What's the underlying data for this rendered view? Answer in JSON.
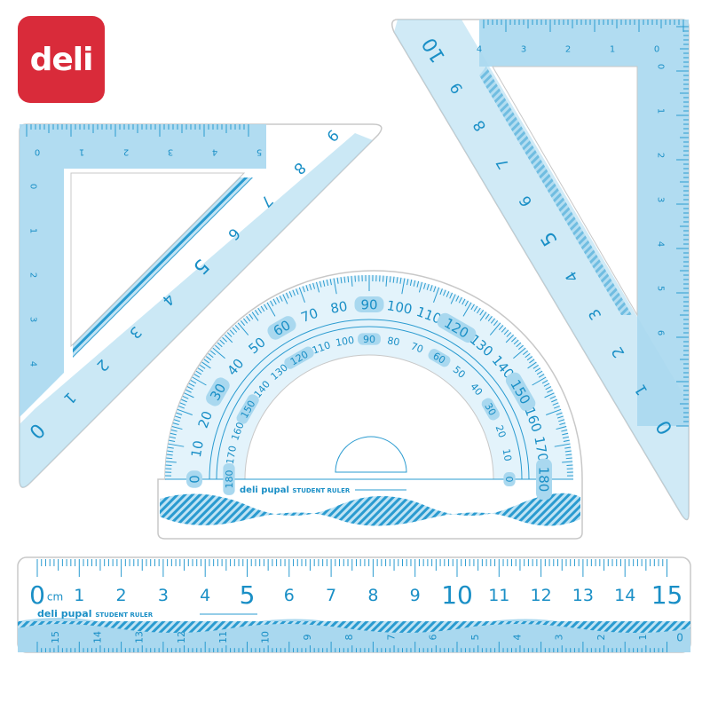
{
  "logo": {
    "text": "deli",
    "color": "#d92b3a"
  },
  "brand": {
    "name": "deli pupal",
    "product": "STUDENT RULER",
    "unit": "cm"
  },
  "colors": {
    "blue": "#1a8fc6",
    "light_blue": "#a9d8ef",
    "outline": "#c8c8c8"
  },
  "straight_ruler": {
    "top_labels": [
      "0",
      "1",
      "2",
      "3",
      "4",
      "5",
      "6",
      "7",
      "8",
      "9",
      "10",
      "11",
      "12",
      "13",
      "14",
      "15"
    ],
    "bottom_labels": [
      "15",
      "14",
      "13",
      "12",
      "11",
      "10",
      "9",
      "8",
      "7",
      "6",
      "5",
      "4",
      "3",
      "2",
      "1"
    ],
    "bottom_zero": "0"
  },
  "left_set_square": {
    "hypotenuse_labels": [
      "0",
      "1",
      "2",
      "3",
      "4",
      "5",
      "6",
      "7",
      "8",
      "9"
    ],
    "top_labels": [
      "0",
      "1",
      "2",
      "3",
      "4",
      "5"
    ],
    "side_labels": [
      "0",
      "1",
      "2",
      "3",
      "4"
    ]
  },
  "right_set_square": {
    "hypotenuse_labels": [
      "0",
      "1",
      "2",
      "3",
      "4",
      "5",
      "6",
      "7",
      "8",
      "9",
      "10"
    ],
    "top_labels": [
      "0",
      "1",
      "2",
      "3",
      "4"
    ],
    "side_labels": [
      "0",
      "1",
      "2",
      "3",
      "4",
      "5",
      "6"
    ]
  },
  "protractor": {
    "outer_labels": [
      "0",
      "10",
      "20",
      "30",
      "40",
      "50",
      "60",
      "70",
      "80",
      "90",
      "100",
      "110",
      "120",
      "130",
      "140",
      "150",
      "160",
      "170",
      "180"
    ],
    "inner_labels": [
      "180",
      "170",
      "160",
      "150",
      "140",
      "130",
      "120",
      "110",
      "100",
      "90",
      "80",
      "70",
      "60",
      "50",
      "40",
      "30",
      "20",
      "10",
      "0"
    ],
    "highlighted": [
      "0",
      "30",
      "60",
      "90",
      "120",
      "150",
      "180"
    ]
  }
}
